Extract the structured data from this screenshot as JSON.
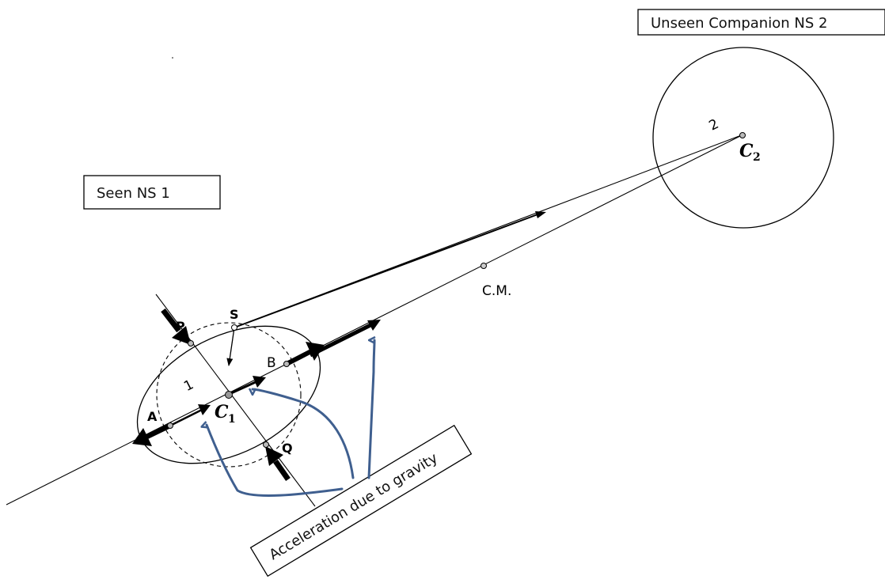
{
  "boxes": {
    "companion": "Unseen Companion NS 2",
    "seen": "Seen NS 1",
    "gravity": "Acceleration due to gravity"
  },
  "labels": {
    "P": "P",
    "S": "S",
    "B": "B",
    "A": "A",
    "Q": "Q",
    "body1": "1",
    "body2": "2",
    "C1_main": "C",
    "C1_sub": "1",
    "C2_main": "C",
    "C2_sub": "2",
    "cm": "C.M."
  },
  "colors": {
    "ink": "#000000",
    "annotation": "#3f5f8f"
  }
}
